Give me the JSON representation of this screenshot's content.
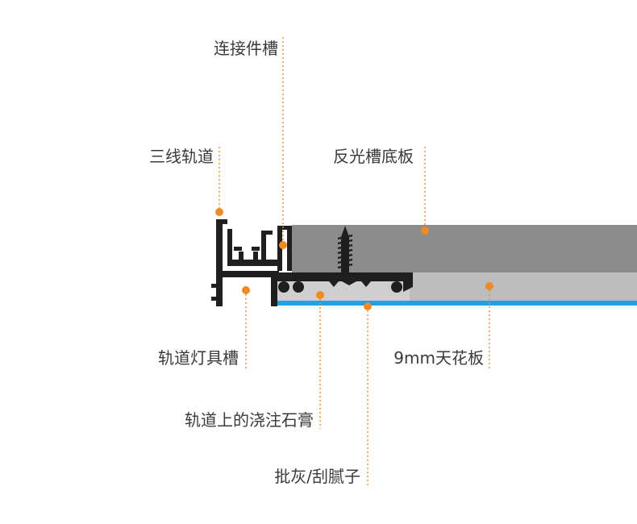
{
  "labels": {
    "connector_slot": "连接件槽",
    "three_wire_track": "三线轨道",
    "cove_bottom_board": "反光槽底板",
    "track_light_slot": "轨道灯具槽",
    "ceiling_board": "9mm天花板",
    "plaster_on_track": "轨道上的浇注石膏",
    "putty": "批灰/刮腻子"
  },
  "colors": {
    "accent": "#f08a24",
    "profile": "#1f1f1f",
    "bottom_board": "#8c8c8c",
    "ceiling_board": "#bdbdbd",
    "putty_layer": "#1ea3e0",
    "text": "#3a3a3a"
  },
  "icons": {
    "screw": "screw-icon"
  }
}
